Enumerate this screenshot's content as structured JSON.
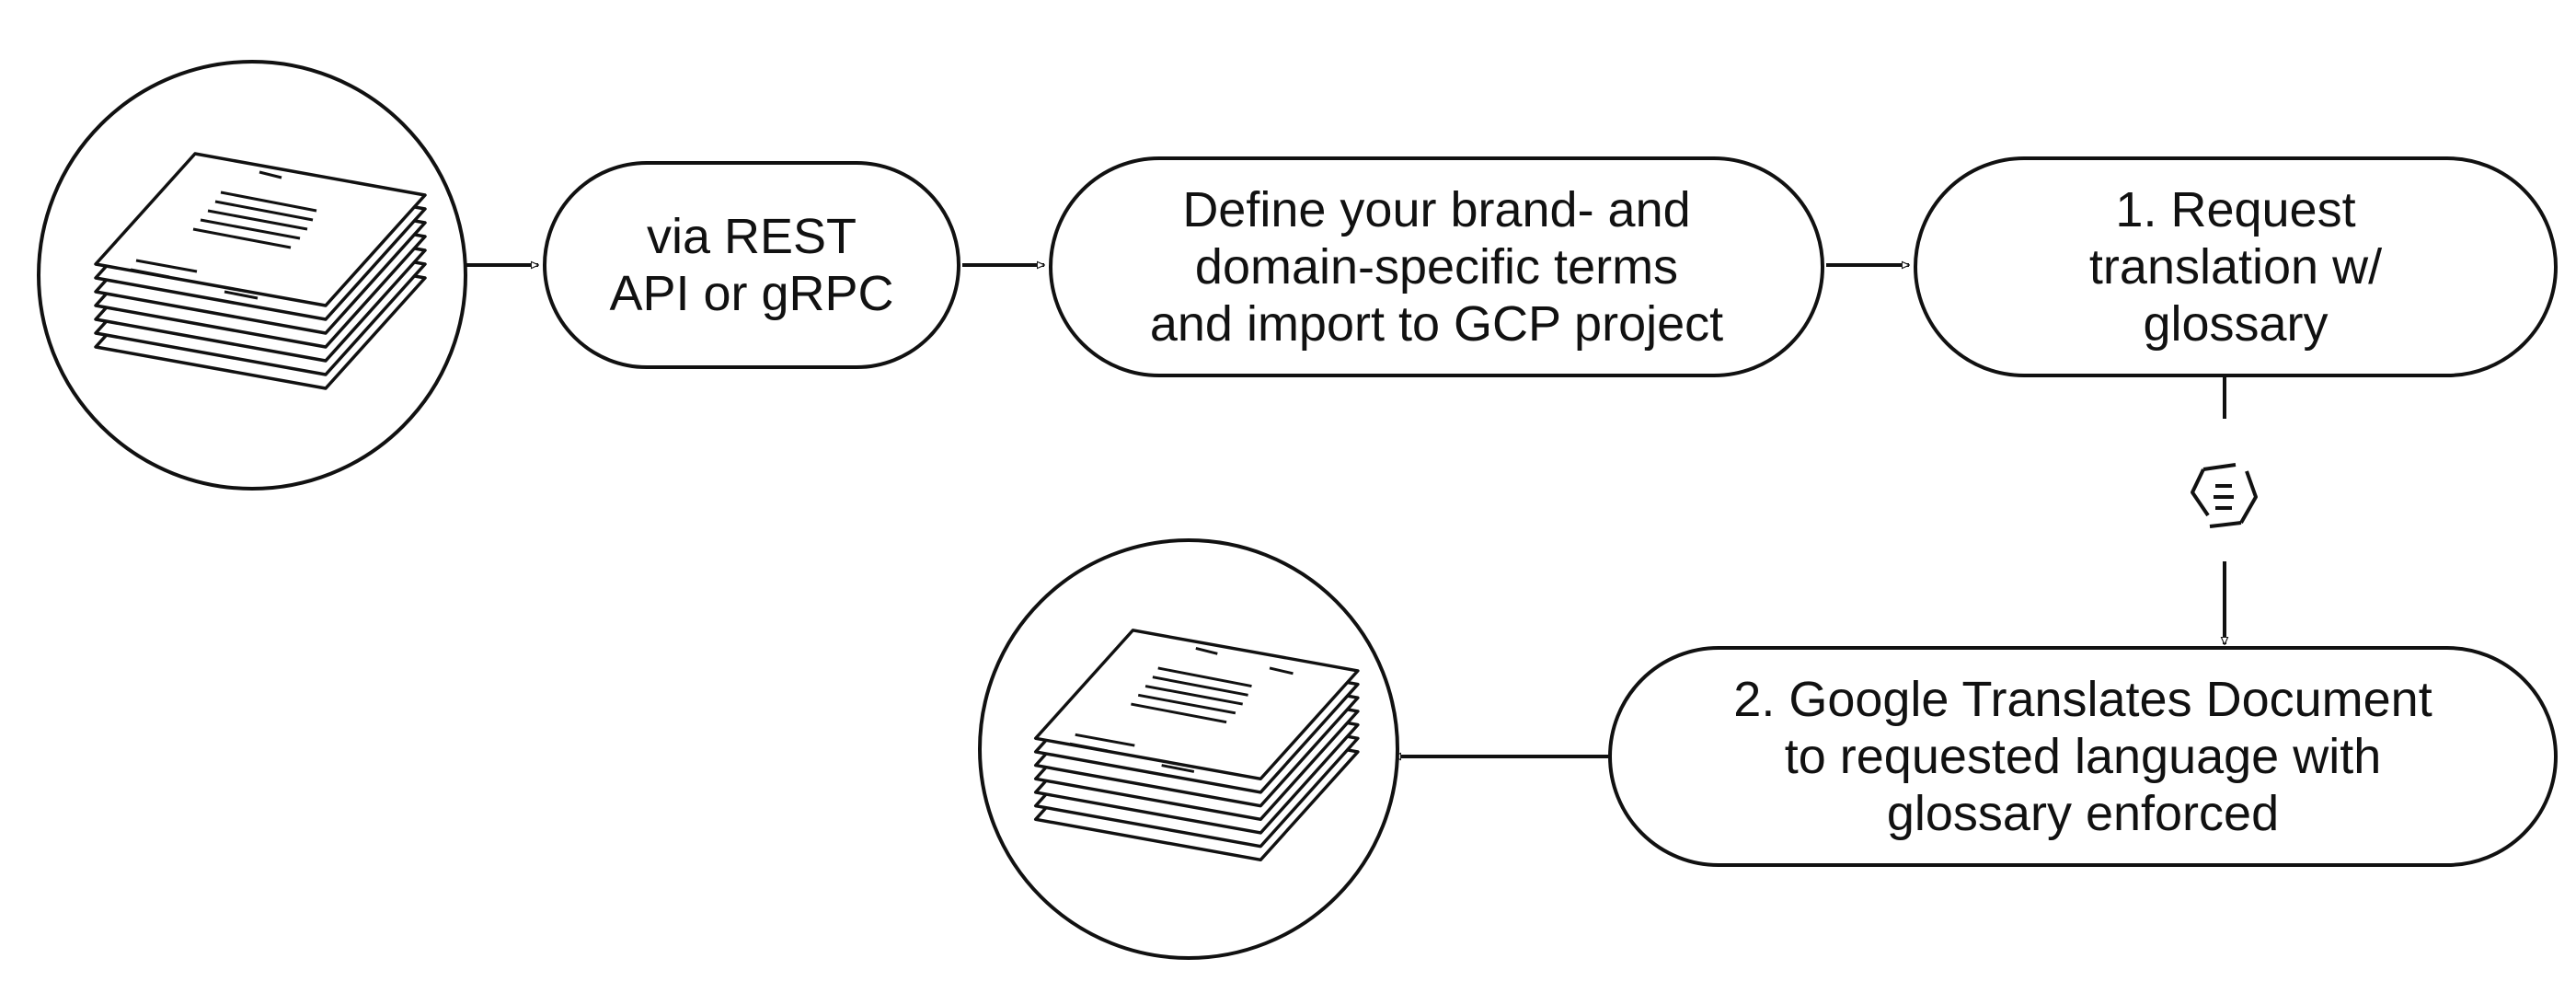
{
  "stages": {
    "via_api": "via REST\nAPI or gRPC",
    "define_terms": "Define your brand- and\ndomain-specific terms\nand import to GCP project",
    "request_translation": "1. Request\ntranslation w/\nglossary",
    "google_translates": "2. Google Translates  Document\nto requested  language with\nglossary enforced"
  },
  "icons": {
    "source_documents": "document-stack-icon",
    "translated_documents": "document-stack-icon",
    "translate_process": "translate-icon"
  },
  "colors": {
    "stroke": "#111111",
    "background": "#ffffff"
  }
}
